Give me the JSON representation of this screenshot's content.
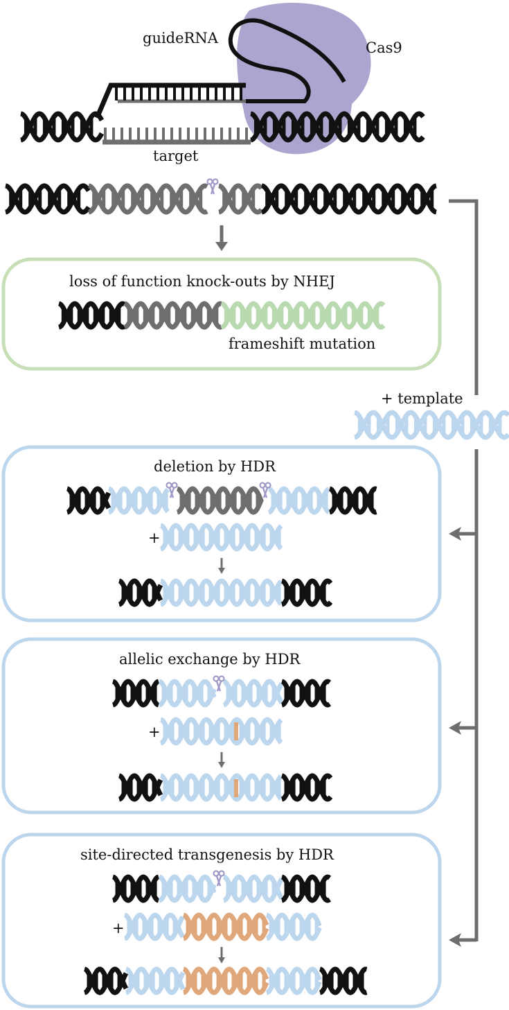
{
  "colors": {
    "genomic": "#111111",
    "target": "#6e6e6e",
    "edited": "#b9d9b0",
    "template": "#bcd6ee",
    "insert": "#e0a77a",
    "cas9": "#aaa6cf",
    "scissors": "#9f99c8",
    "flow_arrow": "#6e6e6e",
    "nhej_border": "#c6dfb7",
    "hdr_border": "#bcd6ee"
  },
  "header": {
    "guide_rna_label": "guideRNA",
    "cas9_label": "Cas9",
    "target_label": "target",
    "template_label": "+ template"
  },
  "panels": {
    "nhej": {
      "title": "loss of function knock-outs by NHEJ",
      "caption": "frameshift mutation"
    },
    "deletion": {
      "title": "deletion by HDR",
      "plus": "+"
    },
    "allelic": {
      "title": "allelic exchange by HDR",
      "plus": "+"
    },
    "transgenesis": {
      "title": "site-directed transgenesis by HDR",
      "plus": "+"
    }
  },
  "icons": [
    "scissors-icon",
    "down-arrow-icon"
  ]
}
